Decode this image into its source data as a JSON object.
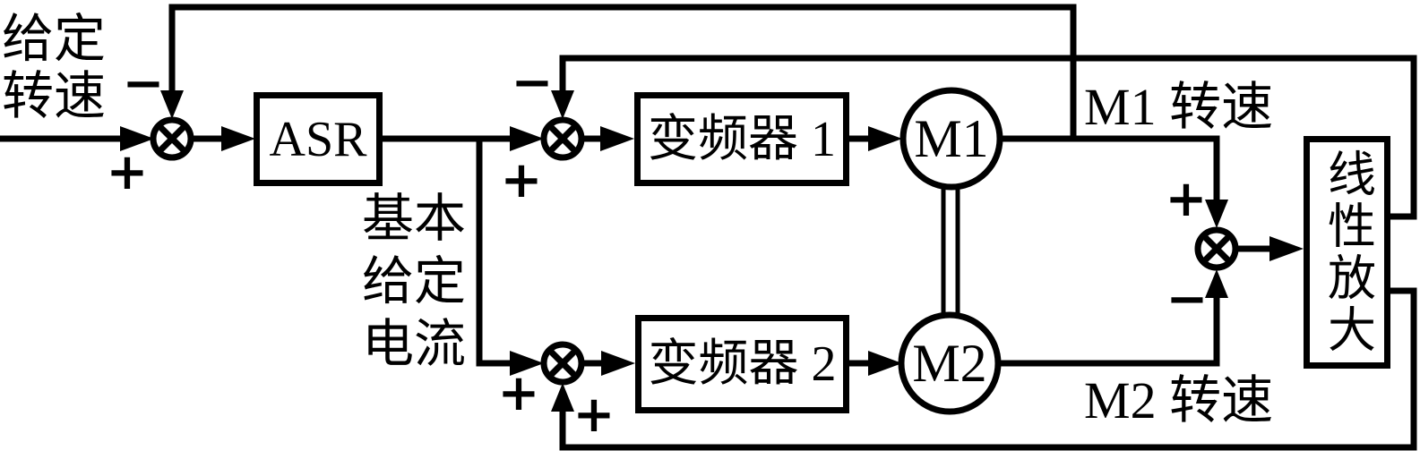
{
  "colors": {
    "line": "#000000",
    "background": "#ffffff"
  },
  "labels": {
    "given_speed": "给定转速",
    "base_current": "基本给定电流",
    "m1_speed": "M1 转速",
    "m2_speed": "M2 转速"
  },
  "blocks": {
    "asr": "ASR",
    "inverter1": "变频器 1",
    "inverter2": "变频器 2",
    "amplifier": "线性放大",
    "motor1": "M1",
    "motor2": "M2"
  },
  "signs": {
    "speed_junction_minus": "−",
    "speed_junction_plus": "+",
    "inv1_junction_minus": "−",
    "inv1_junction_plus": "+",
    "inv2_junction_plus_main": "+",
    "inv2_junction_plus_feedback": "+",
    "diff_junction_plus": "+",
    "diff_junction_minus": "−"
  }
}
